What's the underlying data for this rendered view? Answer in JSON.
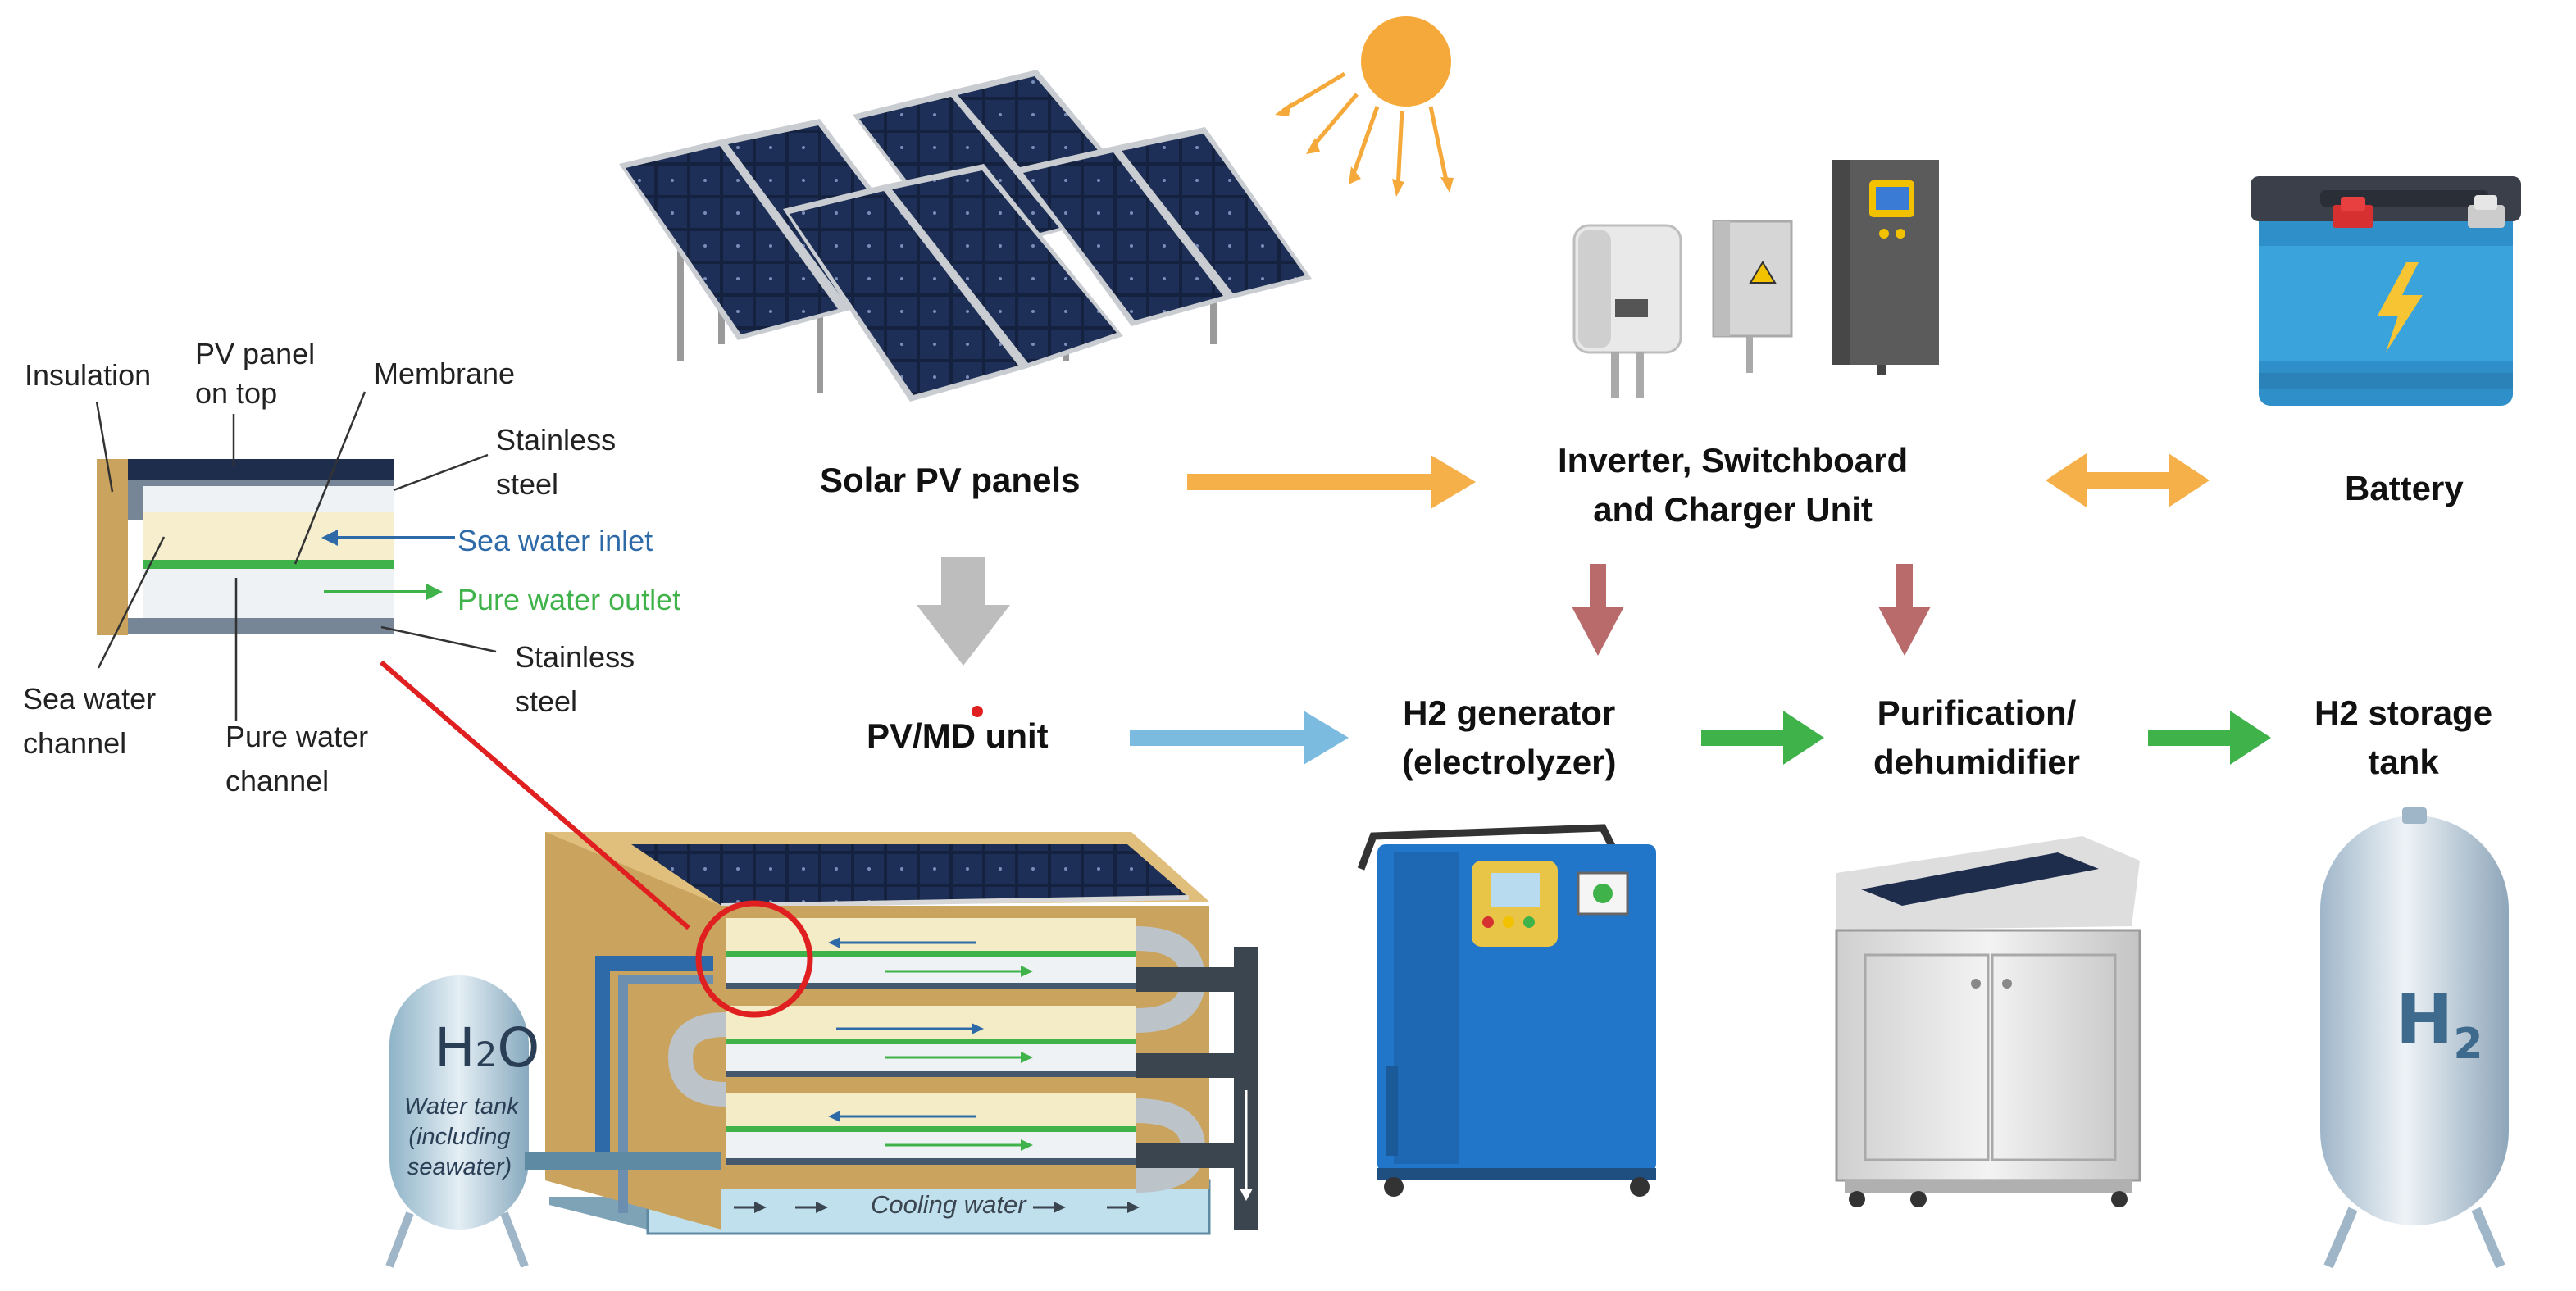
{
  "colors": {
    "orange_arrow": "#f5b04a",
    "blue_arrow": "#7cbbe0",
    "red_arrow": "#b96a6a",
    "green_arrow": "#3fb24a",
    "grey_arrow": "#bdbdbd",
    "highlight_red": "#e02020",
    "sea_water": "#2e6aa8",
    "pure_water": "#3fb24a"
  },
  "components": {
    "solar_pv": "Solar PV panels",
    "inverter_line1": "Inverter, Switchboard",
    "inverter_line2": "and Charger Unit",
    "battery": "Battery",
    "pvmd": "PV/MD unit",
    "h2gen_line1": "H2 generator",
    "h2gen_line2": "(electrolyzer)",
    "purif_line1": "Purification/",
    "purif_line2": "dehumidifier",
    "storage_line1": "H2 storage",
    "storage_line2": "tank"
  },
  "detail": {
    "insulation": "Insulation",
    "pv_line1": "PV panel",
    "pv_line2": "on top",
    "membrane": "Membrane",
    "ss_top_line1": "Stainless",
    "ss_top_line2": "steel",
    "sea_inlet": "Sea water inlet",
    "pure_outlet": "Pure water outlet",
    "ss_bot_line1": "Stainless",
    "ss_bot_line2": "steel",
    "sea_channel_line1": "Sea water",
    "sea_channel_line2": "channel",
    "pure_channel_line1": "Pure water",
    "pure_channel_line2": "channel"
  },
  "tank_text": {
    "formula_h": "H",
    "formula_sub": "2",
    "formula_o": "O",
    "line1": "Water tank",
    "line2": "(including",
    "line3": "seawater)"
  },
  "cooling_water": "Cooling water",
  "storage_symbol": {
    "h": "H",
    "sub": "2"
  }
}
